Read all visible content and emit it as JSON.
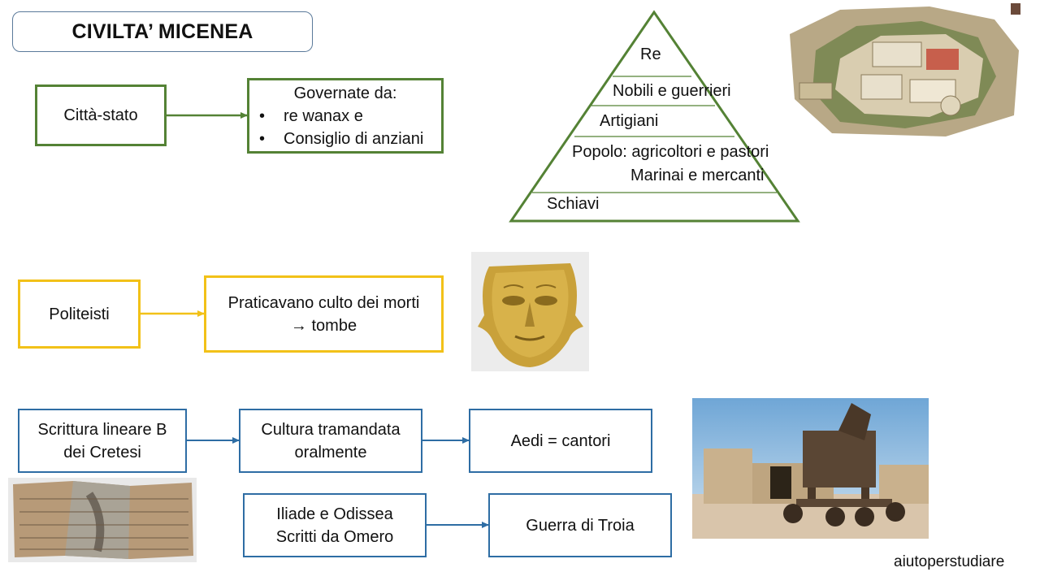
{
  "title": "CIVILTA’ MICENEA",
  "colors": {
    "green": "#548235",
    "yellow": "#f2c118",
    "blue": "#2e6da4"
  },
  "government": {
    "source": "Città-stato",
    "target_heading": "Governate da:",
    "target_items": [
      "re wanax e",
      "Consiglio di anziani"
    ]
  },
  "pyramid": {
    "levels": [
      "Re",
      "Nobili e guerrieri",
      "Artigiani",
      "Popolo: agricoltori e pastori",
      "Marinai e mercanti",
      "Schiavi"
    ]
  },
  "religion": {
    "source": "Politeisti",
    "target_line1": "Praticavano culto dei morti",
    "target_line2": "→ tombe"
  },
  "culture": {
    "box1_line1": "Scrittura lineare B",
    "box1_line2": "dei Cretesi",
    "box2_line1": "Cultura tramandata",
    "box2_line2": "oralmente",
    "box3": "Aedi = cantori",
    "box4_line1": "Iliade e Odissea",
    "box4_line2": "Scritti da Omero",
    "box5": "Guerra di Troia"
  },
  "images": {
    "citadel": "mycenae-citadel-illustration",
    "mask": "gold-mask-of-agamemnon",
    "tablet": "linear-b-clay-tablet",
    "horse": "trojan-horse-model"
  },
  "watermark": "aiutoperstudiare"
}
